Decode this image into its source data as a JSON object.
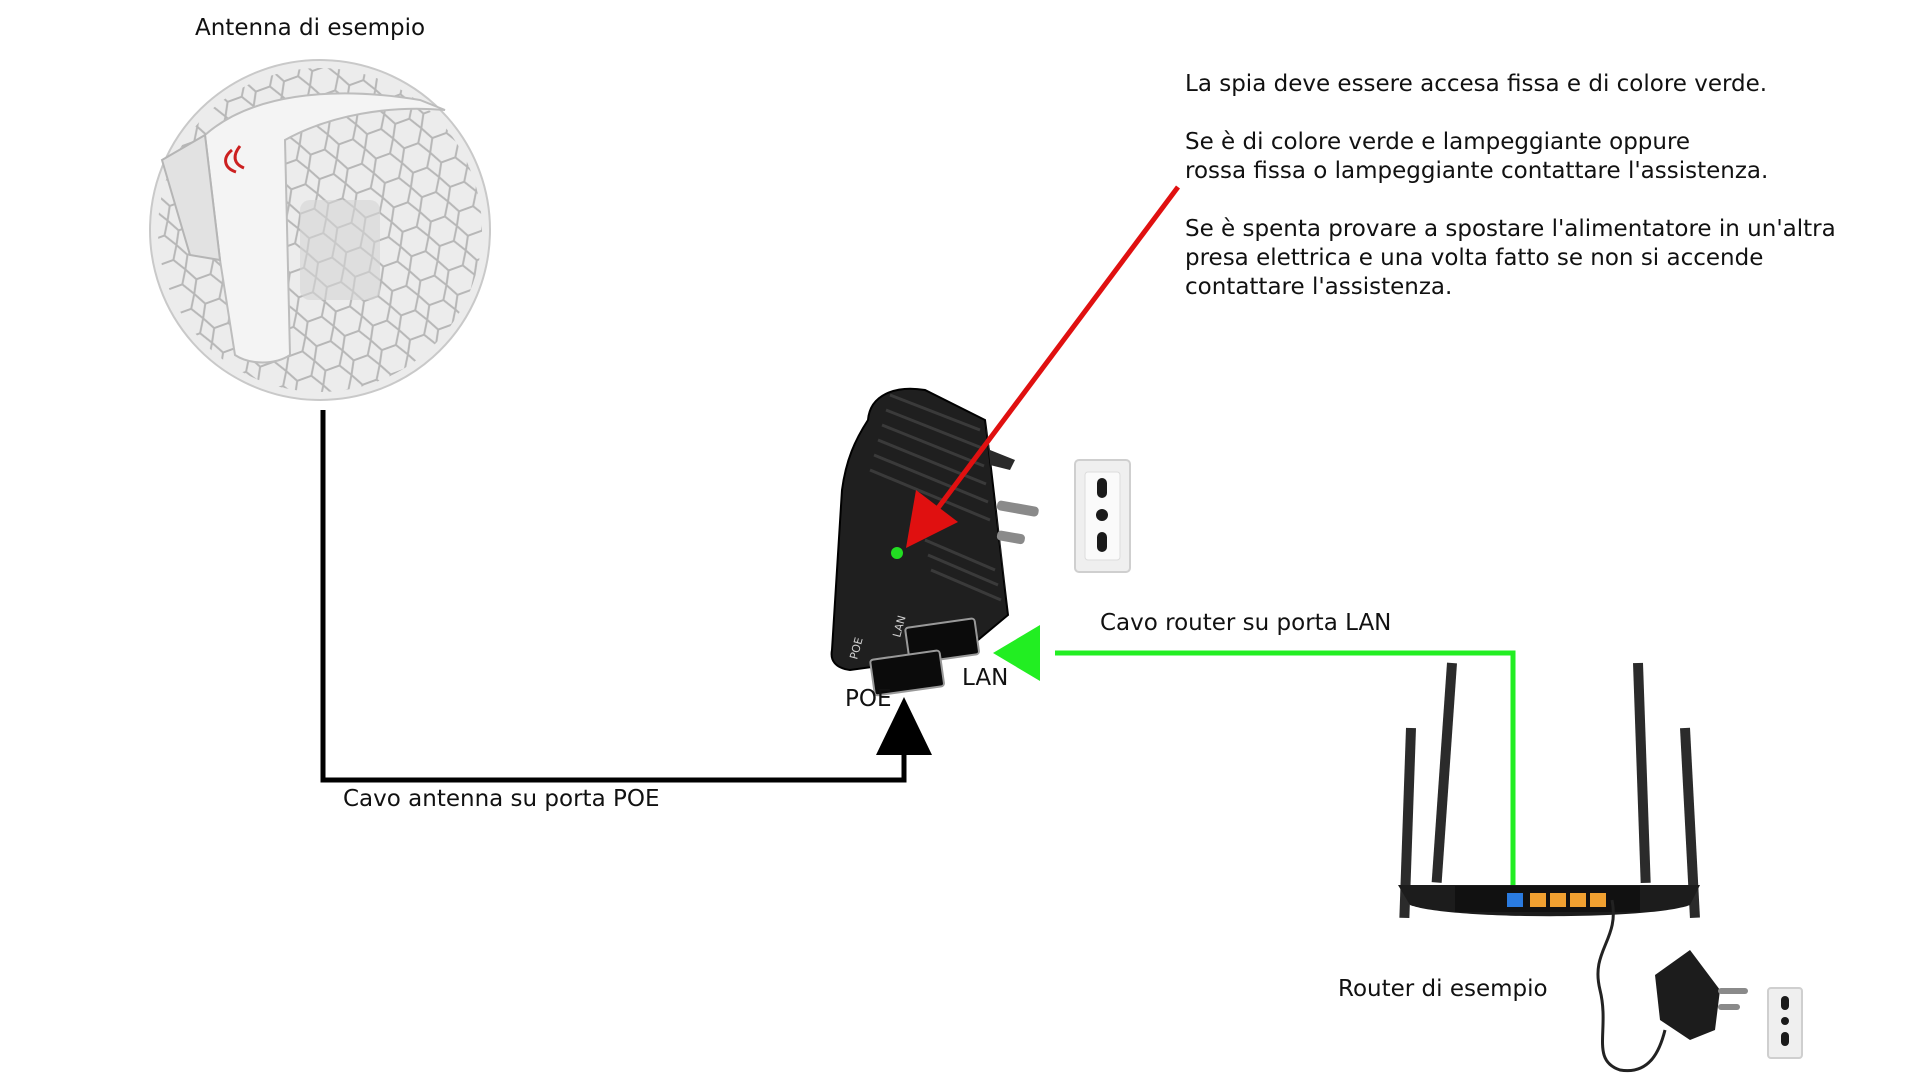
{
  "labels": {
    "antenna": "Antenna di esempio",
    "router": "Router di esempio",
    "cable_antenna": "Cavo antenna su porta POE",
    "cable_router": "Cavo router su porta LAN",
    "port_poe": "POE",
    "port_lan": "LAN",
    "poe_port_print_poe": "POE",
    "poe_port_print_lan": "LAN"
  },
  "note": {
    "p1_l1": "La spia deve essere accesa fissa e di colore verde.",
    "p2_l1": "Se è di colore verde e lampeggiante oppure",
    "p2_l2": "rossa fissa o lampeggiante contattare l'assistenza.",
    "p3_l1": "Se è spenta provare a spostare l'alimentatore in un'altra",
    "p3_l2": "presa elettrica e una volta fatto se non si accende",
    "p3_l3": "contattare l'assistenza."
  },
  "colors": {
    "antenna_cable": "#000000",
    "router_cable": "#22ee22",
    "led_arrow": "#e01010",
    "led": "#22dd22"
  }
}
